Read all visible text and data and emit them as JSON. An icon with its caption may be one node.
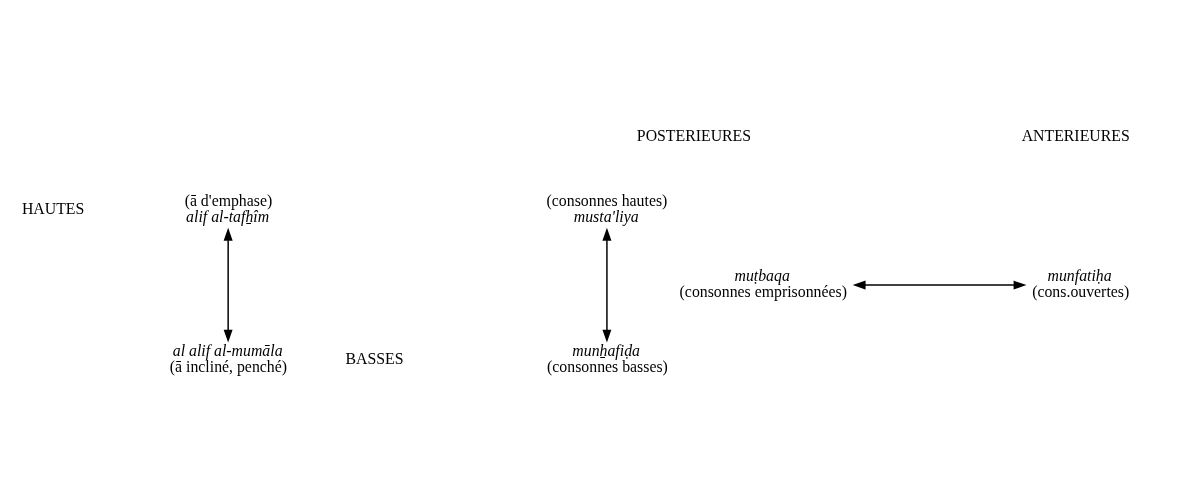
{
  "diagram": {
    "nodes": [
      {
        "text": [
          "(ā d'emphase)",
          "alif al-tafẖîm"
        ]
      },
      {
        "text": [
          "(consonnes hautes)",
          "musta'liya"
        ]
      },
      {
        "text": [
          "muṭbaqa",
          "(consonnes emprisonnées)"
        ]
      },
      {
        "text": [
          "munfatiḥa",
          "(cons.ouvertes)"
        ]
      },
      {
        "text": [
          "munẖafiḍa",
          "(consonnes basses)"
        ]
      },
      {
        "text": [
          "al alif al-mumāla",
          "(ā incliné, penché)"
        ]
      }
    ],
    "edges": [
      {
        "from": 0,
        "to": 5,
        "arrow": "both"
      },
      {
        "from": 1,
        "to": 4,
        "arrow": "both"
      },
      {
        "from": 2,
        "to": 3,
        "arrow": "both"
      }
    ],
    "labels": [
      "POSTERIEURES",
      "ANTERIEURES",
      "HAUTES",
      "BASSES"
    ]
  }
}
